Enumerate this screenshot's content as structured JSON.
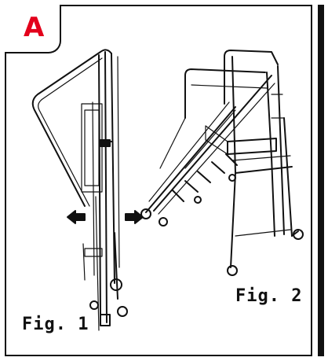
{
  "panel": {
    "badge": "A",
    "badge_color": "#e3001b",
    "figures": [
      {
        "label": "Fig. 1",
        "depicts": "ladder-folded-side-view"
      },
      {
        "label": "Fig. 2",
        "depicts": "ladder-open-platform-view"
      }
    ]
  }
}
